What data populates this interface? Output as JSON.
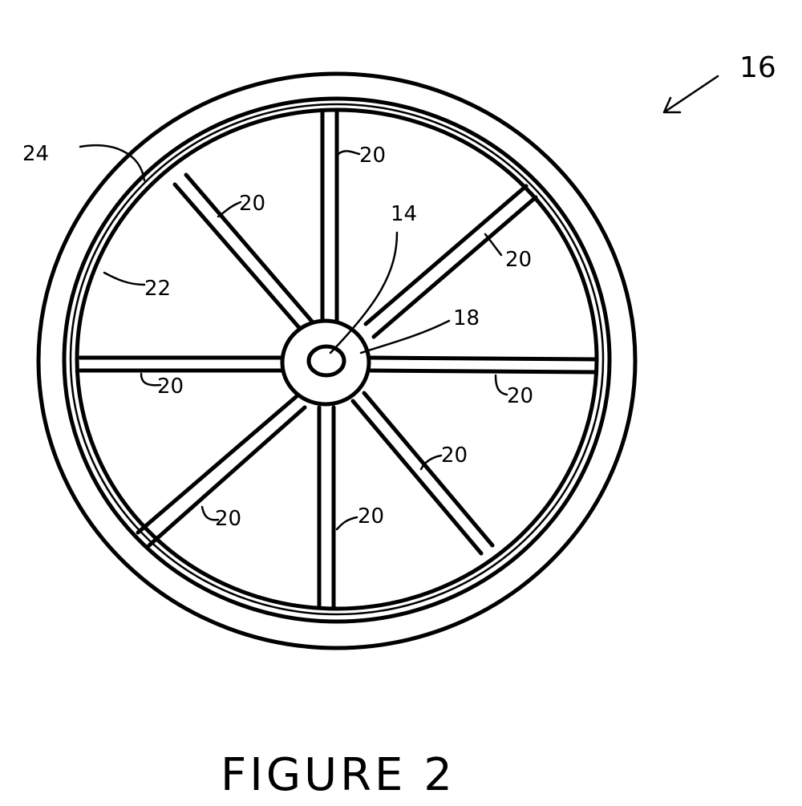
{
  "figure": {
    "title": "FIGURE 2",
    "labels": {
      "wheel": "16",
      "tire": "24",
      "rim": "22",
      "axle_hole": "14",
      "hub": "18",
      "spoke": "20"
    }
  }
}
